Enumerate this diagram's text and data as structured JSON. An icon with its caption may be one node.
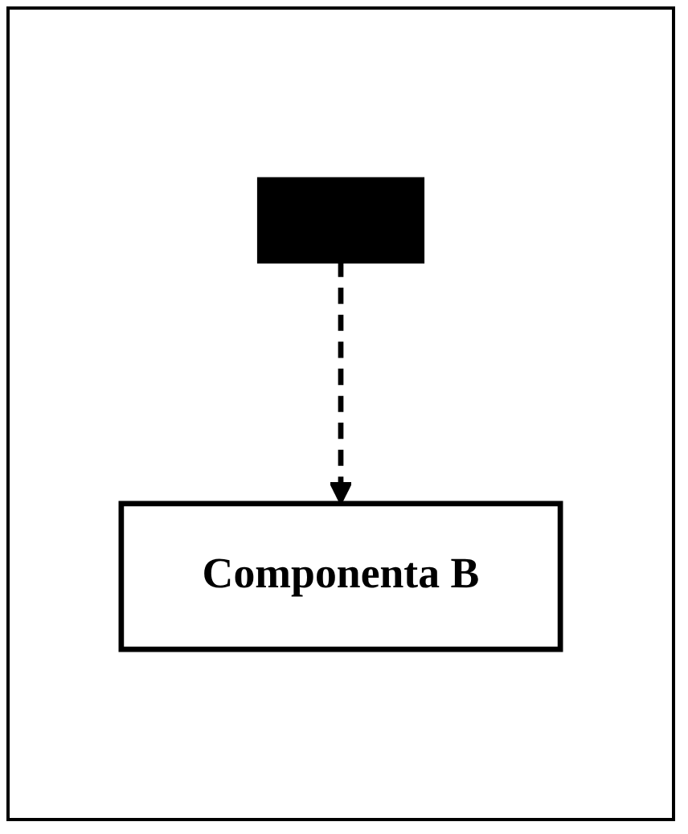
{
  "diagram": {
    "nodes": [
      {
        "text": [],
        "shape": "box"
      },
      {
        "text": [
          "Componenta B"
        ]
      }
    ],
    "edges": [
      {
        "from": 0,
        "to": 1,
        "arrow": "to",
        "style": "dashed"
      }
    ]
  }
}
